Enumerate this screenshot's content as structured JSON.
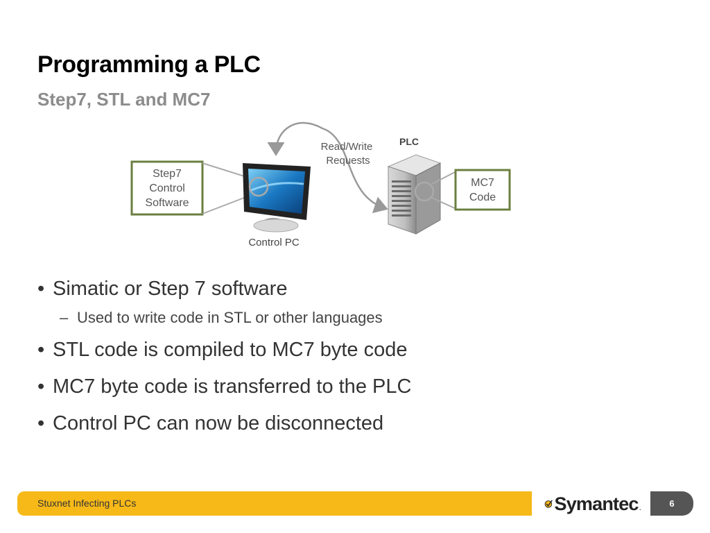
{
  "slide": {
    "title": "Programming a PLC",
    "subtitle": "Step7, STL and MC7"
  },
  "diagram": {
    "left_box": [
      "Step7",
      "Control",
      "Software"
    ],
    "pc_label": "Control PC",
    "arrow_label": [
      "Read/Write",
      "Requests"
    ],
    "plc_label": "PLC",
    "right_box": [
      "MC7",
      "Code"
    ]
  },
  "bullets": [
    "Simatic or Step 7 software",
    "STL code is compiled to MC7 byte code",
    "MC7 byte code is transferred to the PLC",
    "Control PC can now be disconnected"
  ],
  "sub_bullet": "Used to write code in STL or other languages",
  "footer": {
    "text": "Stuxnet Infecting PLCs",
    "brand": "Symantec",
    "brand_mark": ".",
    "page_number": "6"
  },
  "colors": {
    "footer_bar": "#f7b918",
    "box_border": "#6b7f3f",
    "page_number_bg": "#555555",
    "subtitle": "#8c8c8c"
  },
  "icons": [
    "monitor-icon",
    "server-icon",
    "checkmark-logo-icon"
  ]
}
